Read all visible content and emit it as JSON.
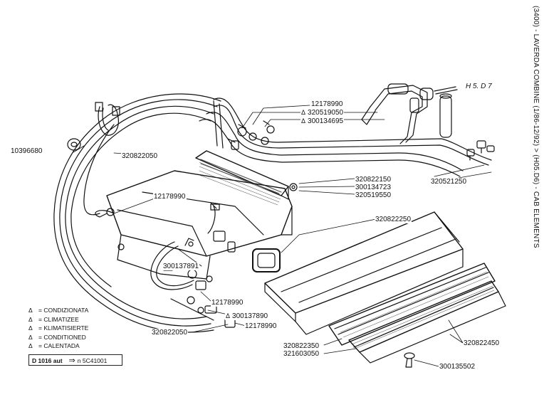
{
  "side_title": "(3400) - LAVERDA COMBINE (1/86-12/92) > (H05.D6) - CAB ELEMENTS",
  "reference": "H 5. D 7",
  "part_labels": {
    "p10396680": "10396680",
    "p320822050_top": "320822050",
    "p12178990_top": "12178990",
    "p320519050": "320519050",
    "p300134695": "300134695",
    "p12178990_left": "12178990",
    "p320822150": "320822150",
    "p300134723": "300134723",
    "p320519550": "320519550",
    "p320521250": "320521250",
    "p320822250": "320822250",
    "p300137891": "300137891",
    "p12178990_mid": "12178990",
    "p300137890": "300137890",
    "p12178990_low": "12178990",
    "p320822050_low": "320822050",
    "p320822350": "320822350",
    "p321603050": "321603050",
    "p320822450": "320822450",
    "p300135502": "300135502"
  },
  "delta_symbol": "Δ",
  "legend": [
    {
      "symbol": "Δ",
      "text": "= CONDIZIONATA"
    },
    {
      "symbol": "Δ",
      "text": "= CLIMATIZEE"
    },
    {
      "symbol": "Δ",
      "text": "= KLIMATISIERTE"
    },
    {
      "symbol": "Δ",
      "text": "= CONDITIONED"
    },
    {
      "symbol": "Δ",
      "text": "= CALENTADA"
    }
  ],
  "serial_box": {
    "model": "D 1016 aut",
    "arrow": "⇒",
    "prefix": "n",
    "serial": "5C41001"
  }
}
